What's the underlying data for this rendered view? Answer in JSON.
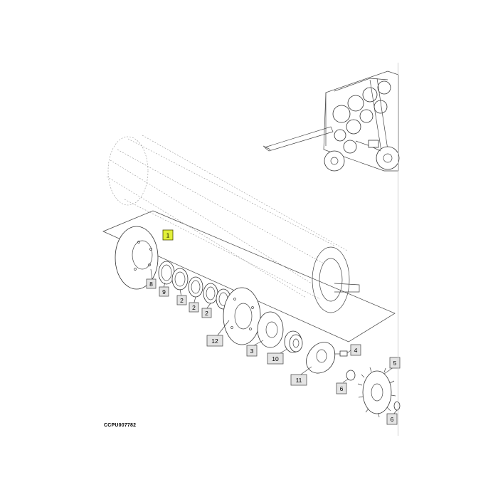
{
  "reference_code": "CCPU007782",
  "callouts": [
    {
      "id": "c1",
      "label": "1",
      "highlight": true
    },
    {
      "id": "c8",
      "label": "8"
    },
    {
      "id": "c9",
      "label": "9"
    },
    {
      "id": "c2a",
      "label": "2"
    },
    {
      "id": "c2b",
      "label": "2"
    },
    {
      "id": "c2c",
      "label": "2"
    },
    {
      "id": "c12",
      "label": "12"
    },
    {
      "id": "c3",
      "label": "3"
    },
    {
      "id": "c10",
      "label": "10"
    },
    {
      "id": "c4",
      "label": "4"
    },
    {
      "id": "c11",
      "label": "11"
    },
    {
      "id": "c6a",
      "label": "6"
    },
    {
      "id": "c5",
      "label": "5"
    },
    {
      "id": "c6b",
      "label": "6"
    }
  ],
  "colors": {
    "highlight": "#e2f03a",
    "callout_fill": "#e4e4e4",
    "line": "#333333"
  }
}
